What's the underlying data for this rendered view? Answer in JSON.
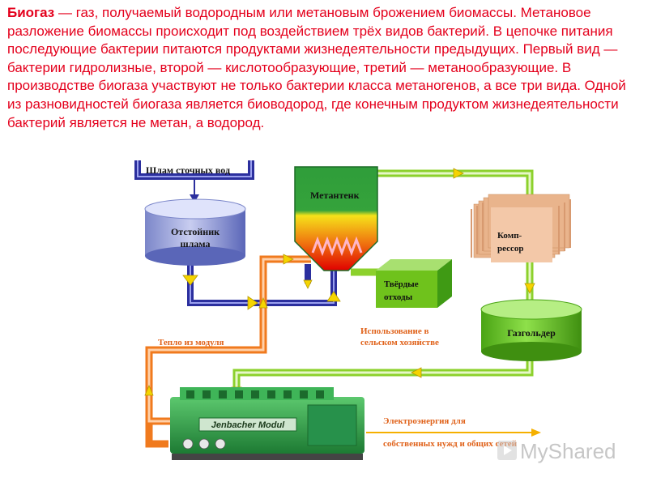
{
  "intro": {
    "term": "Биогаз",
    "text": " — газ, получаемый водородным или метановым брожением биомассы. Метановое разложение биомассы происходит под воздействием трёх видов бактерий. В цепочке питания последующие бактерии питаются продуктами жизнедеятельности предыдущих. Первый вид — бактерии гидролизные, второй — кислотообразующие, третий — метанообразующие. В производстве биогаза участвуют не только бактерии класса метаногенов, а все три вида. Одной из разновидностей биогаза является биоводород, где конечным продуктом жизнедеятельности бактерий является не метан, а водород."
  },
  "diagram": {
    "sludge_input": "Шлам сточных вод",
    "settler_line1": "Отстойник",
    "settler_line2": "шлама",
    "digester": "Метантенк",
    "solid_waste_line1": "Твёрдые",
    "solid_waste_line2": "отходы",
    "agri_use_line1": "Использование в",
    "agri_use_line2": "сельском хозяйстве",
    "compressor_line1": "Комп-",
    "compressor_line2": "рессор",
    "gasholder": "Газгольдер",
    "heat_from_module": "Тепло из модуля",
    "engine_brand": "Jenbacher Modul",
    "electricity_line1": "Электроэнергия для",
    "electricity_line2": "собственных нужд и общих сетей",
    "watermark": "MyShared"
  },
  "colors": {
    "intro_text": "#e4001c",
    "pipe_blue": "#2b2f9e",
    "pipe_green": "#8cd12c",
    "pipe_orange": "#f07a1e",
    "arrow_yellow": "#f5d400",
    "label_orange": "#e0621a",
    "compressor": "#f3c8a8",
    "gasholder": "#6fc21c",
    "engine_green": "#2fa34a"
  }
}
